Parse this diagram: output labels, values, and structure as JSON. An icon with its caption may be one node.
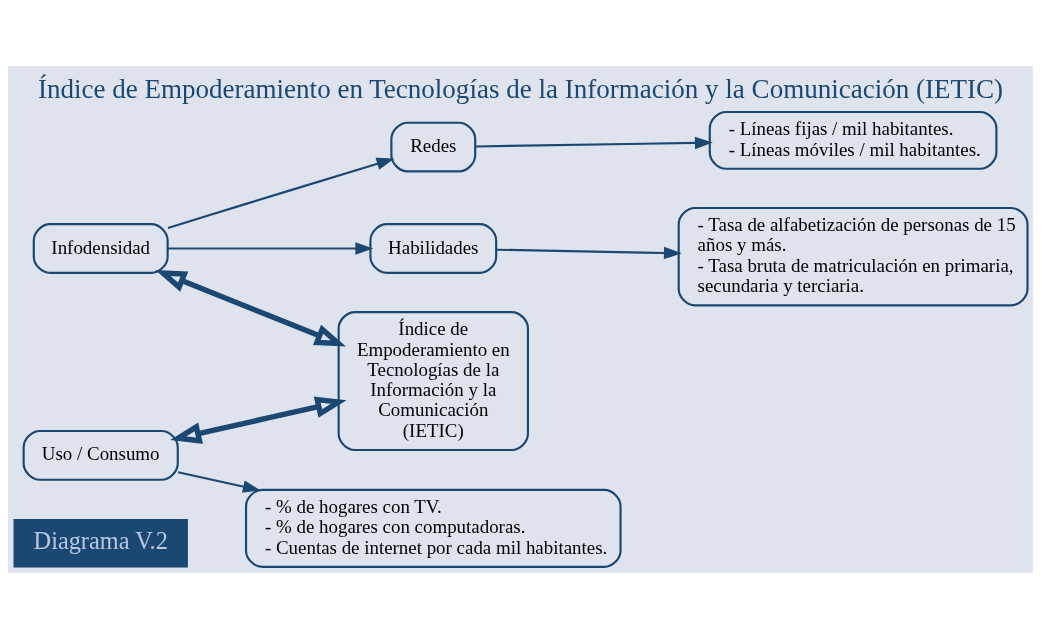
{
  "diagram": {
    "title": "Índice de Empoderamiento en Tecnologías de la Información y la Comunicación (IETIC)",
    "nodes": [
      {
        "text": [
          "Infodensidad"
        ]
      },
      {
        "text": [
          "Redes"
        ]
      },
      {
        "text": [
          "- Líneas fijas / mil habitantes.",
          "- Líneas móviles / mil habitantes."
        ]
      },
      {
        "text": [
          "Habilidades"
        ]
      },
      {
        "text": [
          "- Tasa de alfabetización de personas de 15 años y más.",
          "- Tasa bruta de matriculación en primaria, secundaria y terciaria."
        ]
      },
      {
        "text": [
          "Índice de Empoderamiento en Tecnologías de la Información y la Comunicación (IETIC)"
        ]
      },
      {
        "text": [
          "Uso / Consumo"
        ]
      },
      {
        "text": [
          "- % de hogares con TV.",
          "- % de hogares con computadoras.",
          "- Cuentas de internet por cada mil habitantes."
        ]
      }
    ],
    "edges": [
      {
        "from": 0,
        "to": 1,
        "arrow": "to"
      },
      {
        "from": 0,
        "to": 3,
        "arrow": "to"
      },
      {
        "from": 1,
        "to": 2,
        "arrow": "to"
      },
      {
        "from": 3,
        "to": 4,
        "arrow": "to"
      },
      {
        "from": 0,
        "to": 5,
        "arrow": "both",
        "style": "thick"
      },
      {
        "from": 6,
        "to": 5,
        "arrow": "both",
        "style": "thick"
      },
      {
        "from": 6,
        "to": 7,
        "arrow": "to"
      }
    ],
    "labels": [
      "Diagrama V.2"
    ]
  }
}
